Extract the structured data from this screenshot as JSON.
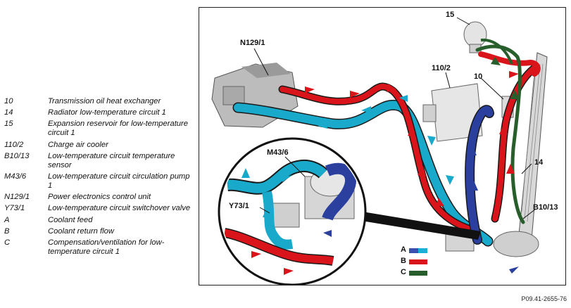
{
  "legend": [
    {
      "code": "10",
      "desc": "Transmission oil heat exchanger"
    },
    {
      "code": "14",
      "desc": "Radiator low-temperature circuit 1"
    },
    {
      "code": "15",
      "desc": "Expansion reservoir for low-temperature circuit 1"
    },
    {
      "code": "110/2",
      "desc": "Charge air cooler"
    },
    {
      "code": "B10/13",
      "desc": "Low-temperature circuit temperature sensor"
    },
    {
      "code": "M43/6",
      "desc": "Low-temperature circuit circulation pump 1"
    },
    {
      "code": "N129/1",
      "desc": "Power electronics control unit"
    },
    {
      "code": "Y73/1",
      "desc": "Low-temperature circuit switchover valve"
    },
    {
      "code": "A",
      "desc": "Coolant feed"
    },
    {
      "code": "B",
      "desc": "Coolant return flow"
    },
    {
      "code": "C",
      "desc": "Compensation/ventilation for low-temperature circuit 1"
    }
  ],
  "callouts": {
    "n129": "N129/1",
    "c15": "15",
    "c110": "110/2",
    "c10": "10",
    "c14": "14",
    "b1013": "B10/13",
    "m436": "M43/6",
    "y731": "Y73/1"
  },
  "flow_key": {
    "a": {
      "label": "A",
      "colors": [
        "#3a4fb0",
        "#19b2d6"
      ]
    },
    "b": {
      "label": "B",
      "colors": [
        "#d9141b"
      ]
    },
    "c": {
      "label": "C",
      "colors": [
        "#275e2b"
      ]
    }
  },
  "colors": {
    "feed_dark": "#2b3f9e",
    "feed_light": "#19aacb",
    "return": "#d9141b",
    "vent": "#275e2b"
  },
  "figure_ref": "P09.41-2655-76"
}
